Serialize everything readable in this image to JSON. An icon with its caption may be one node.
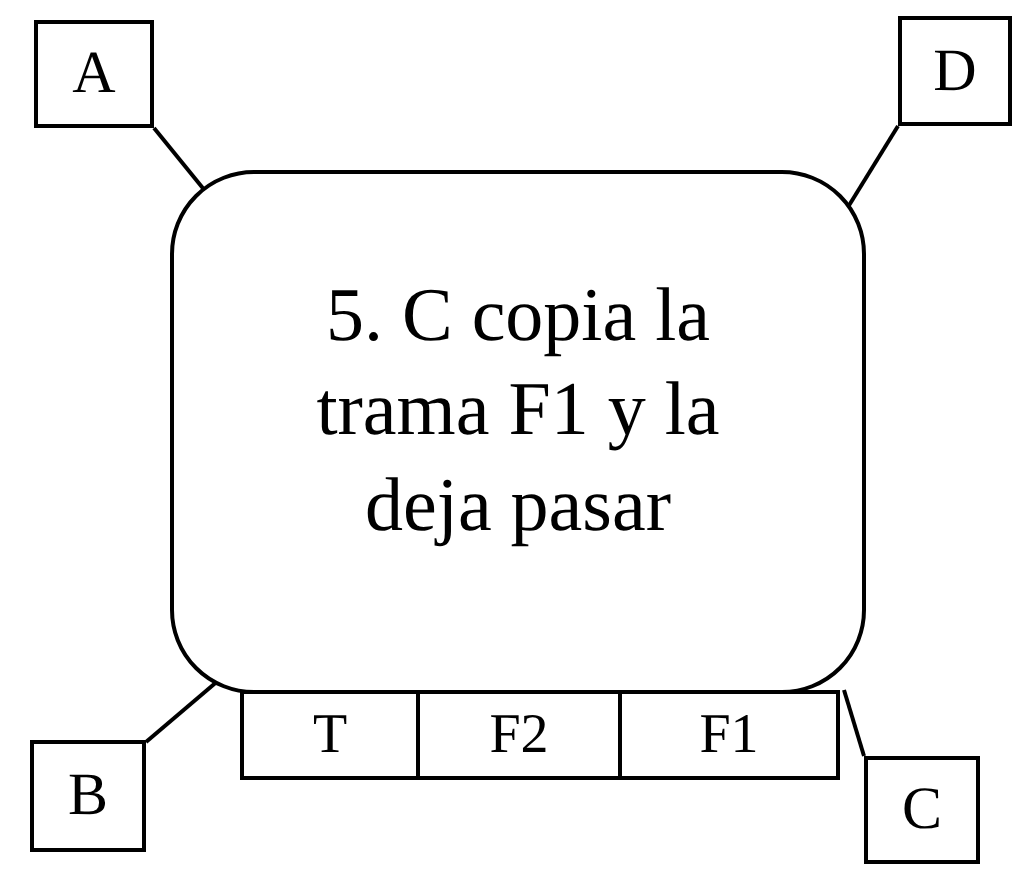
{
  "diagram": {
    "nodes": [
      {
        "text": [
          "A"
        ]
      },
      {
        "text": [
          "D"
        ]
      },
      {
        "text": [
          "5. C copia la trama F1 y la deja pasar"
        ]
      },
      {
        "text": [
          "T"
        ]
      },
      {
        "text": [
          "F2"
        ]
      },
      {
        "text": [
          "F1"
        ]
      },
      {
        "text": [
          "B"
        ]
      },
      {
        "text": [
          "C"
        ]
      }
    ],
    "edges": [
      {
        "from": 0,
        "to": 2,
        "arrow": "none"
      },
      {
        "from": 1,
        "to": 2,
        "arrow": "none"
      },
      {
        "from": 6,
        "to": 2,
        "arrow": "none"
      },
      {
        "from": 7,
        "to": 2,
        "arrow": "none"
      }
    ]
  }
}
